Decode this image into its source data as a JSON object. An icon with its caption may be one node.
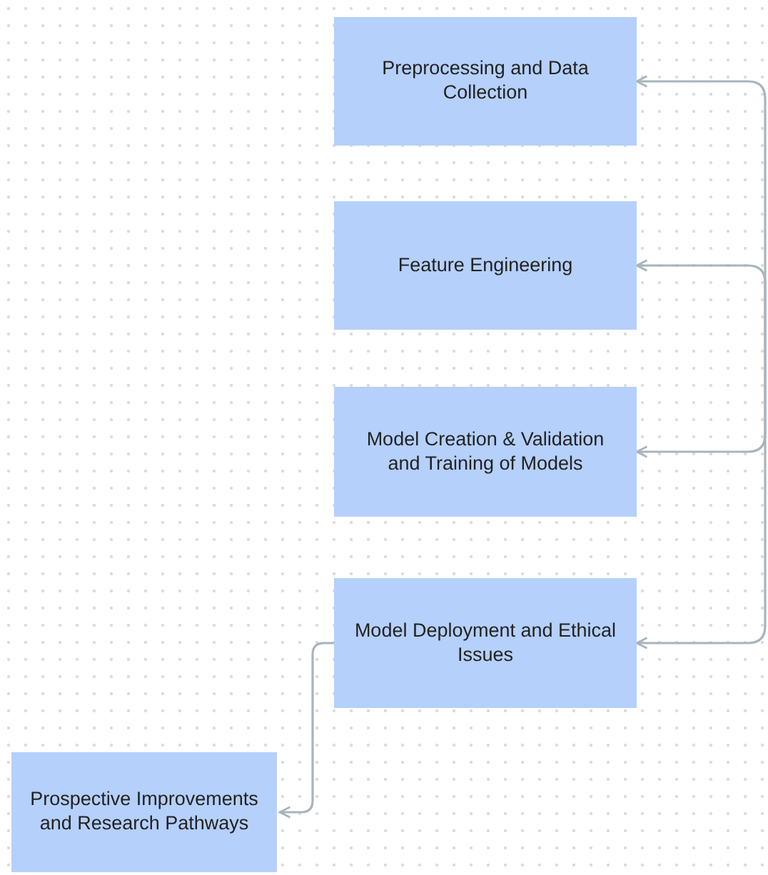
{
  "diagram": {
    "nodes": [
      {
        "text": [
          "Preprocessing and Data Collection"
        ]
      },
      {
        "text": [
          "Feature Engineering"
        ]
      },
      {
        "text": [
          "Model Creation & Validation and Training of Models"
        ]
      },
      {
        "text": [
          "Model Deployment and Ethical Issues"
        ]
      },
      {
        "text": [
          "Prospective Improvements and Research Pathways"
        ]
      }
    ],
    "edges": [
      {
        "from": 2,
        "to": 0,
        "arrow": "both"
      },
      {
        "from": 1,
        "to": 3,
        "arrow": "both"
      },
      {
        "from": 3,
        "to": 4,
        "arrow": "to"
      }
    ]
  }
}
